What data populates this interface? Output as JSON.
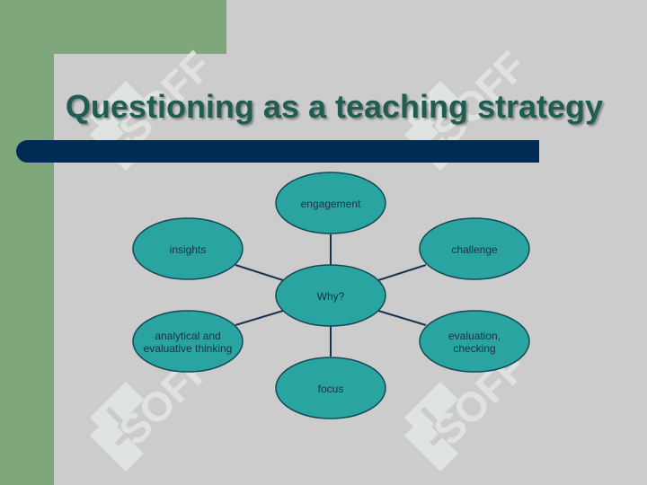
{
  "slide": {
    "title": "Questioning as a teaching strategy",
    "watermark_text": "SOFF"
  },
  "colors": {
    "background": "#cccccc",
    "accent_green": "#7fa77b",
    "title_bar": "#002b54",
    "title_text": "#1f5c52",
    "node_fill": "#2aa4a0",
    "node_stroke": "#124a56",
    "connector": "#1b3350"
  },
  "diagram": {
    "center": "Why?",
    "nodes": {
      "engagement": "engagement",
      "challenge": "challenge",
      "evaluation_line1": "evaluation,",
      "evaluation_line2": "checking",
      "focus": "focus",
      "analytical_line1": "analytical and",
      "analytical_line2": "evaluative thinking",
      "insights": "insights"
    }
  }
}
